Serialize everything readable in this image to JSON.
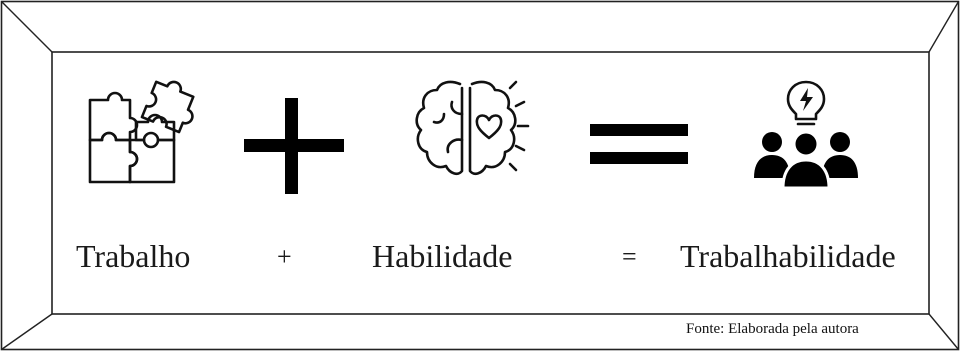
{
  "equation": {
    "term1": "Trabalho",
    "operator1": "+",
    "term2": "Habilidade",
    "operator2": "=",
    "result": "Trabalhabilidade"
  },
  "icons": {
    "term1": "puzzle-icon",
    "operator1": "plus-icon",
    "term2": "brain-heart-icon",
    "operator2": "equals-icon",
    "result": "team-idea-icon"
  },
  "source": "Fonte: Elaborada pela autora"
}
